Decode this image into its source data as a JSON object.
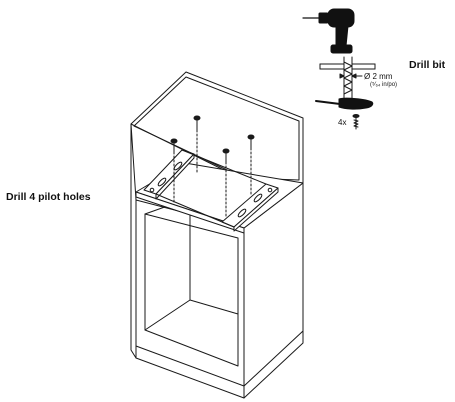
{
  "labels": {
    "step": "Drill 4 pilot holes",
    "tool": "Drill bit",
    "bit_size_metric": "Ø 2 mm",
    "bit_size_imperial": "(⁵⁄₆₄ in/po)",
    "screw_count": "4x"
  },
  "icons": [
    "cordless-drill-icon",
    "drill-bit-icon",
    "screwdriver-icon",
    "screw-icon"
  ],
  "colors": {
    "line": "#1a1a1a",
    "tool_fill": "#111111",
    "panel_fill": "#ffffff"
  }
}
